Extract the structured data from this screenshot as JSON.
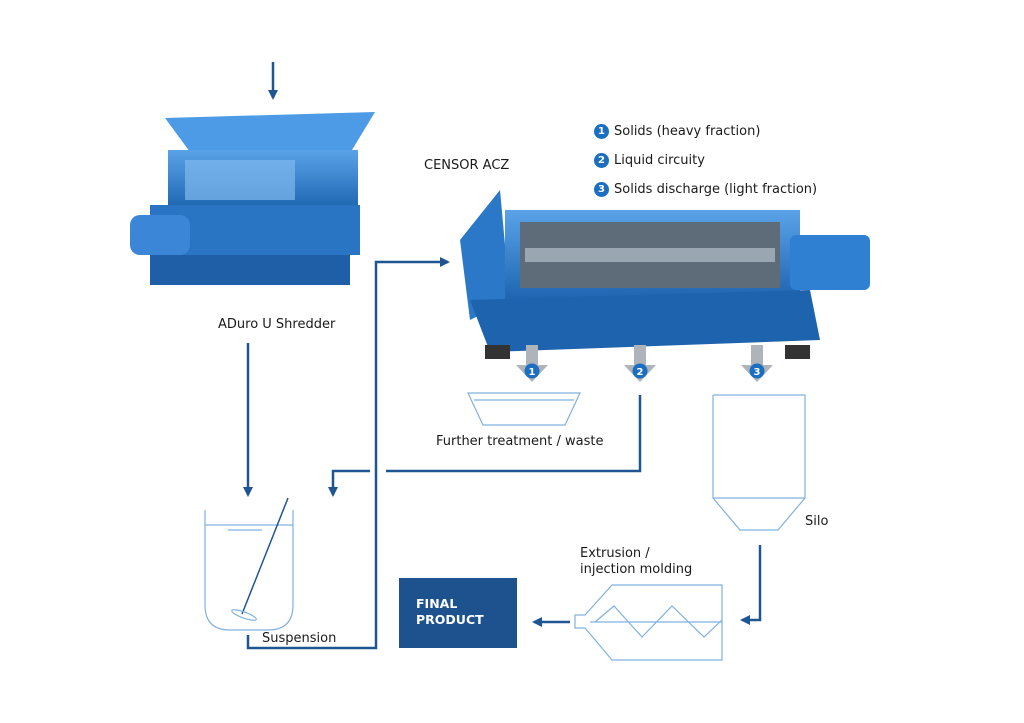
{
  "labels": {
    "shredder": "ADuro U Shredder",
    "censor": "CENSOR ACZ",
    "waste": "Further treatment / waste",
    "silo": "Silo",
    "extrusion_line1": "Extrusion /",
    "extrusion_line2": "injection molding",
    "suspension": "Suspension",
    "final_line1": "FINAL",
    "final_line2": "PRODUCT"
  },
  "legend": [
    {
      "num": "1",
      "text": "Solids (heavy fraction)"
    },
    {
      "num": "2",
      "text": "Liquid circuity"
    },
    {
      "num": "3",
      "text": "Solids discharge (light fraction)"
    }
  ],
  "colors": {
    "flow": "#1f5591",
    "outline": "#7fb2e0",
    "machine": "#2f80d2",
    "final": "#1d528f"
  }
}
